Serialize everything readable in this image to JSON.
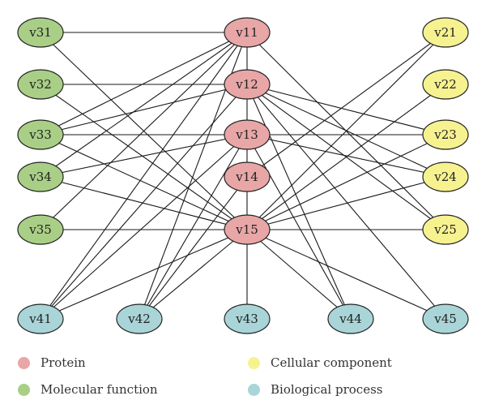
{
  "colors": {
    "protein": "#e8a6a6",
    "molecular_function": "#a9cf86",
    "cellular_component": "#f7f290",
    "biological_process": "#a9d5d8",
    "edge": "#1a1a1a",
    "node_border": "#222222"
  },
  "nodes": [
    {
      "id": "v31",
      "label": "v31",
      "group": "molecular_function"
    },
    {
      "id": "v32",
      "label": "v32",
      "group": "molecular_function"
    },
    {
      "id": "v33",
      "label": "v33",
      "group": "molecular_function"
    },
    {
      "id": "v34",
      "label": "v34",
      "group": "molecular_function"
    },
    {
      "id": "v35",
      "label": "v35",
      "group": "molecular_function"
    },
    {
      "id": "v11",
      "label": "v11",
      "group": "protein"
    },
    {
      "id": "v12",
      "label": "v12",
      "group": "protein"
    },
    {
      "id": "v13",
      "label": "v13",
      "group": "protein"
    },
    {
      "id": "v14",
      "label": "v14",
      "group": "protein"
    },
    {
      "id": "v15",
      "label": "v15",
      "group": "protein"
    },
    {
      "id": "v21",
      "label": "v21",
      "group": "cellular_component"
    },
    {
      "id": "v22",
      "label": "v22",
      "group": "cellular_component"
    },
    {
      "id": "v23",
      "label": "v23",
      "group": "cellular_component"
    },
    {
      "id": "v24",
      "label": "v24",
      "group": "cellular_component"
    },
    {
      "id": "v25",
      "label": "v25",
      "group": "cellular_component"
    },
    {
      "id": "v41",
      "label": "v41",
      "group": "biological_process"
    },
    {
      "id": "v42",
      "label": "v42",
      "group": "biological_process"
    },
    {
      "id": "v43",
      "label": "v43",
      "group": "biological_process"
    },
    {
      "id": "v44",
      "label": "v44",
      "group": "biological_process"
    },
    {
      "id": "v45",
      "label": "v45",
      "group": "biological_process"
    }
  ],
  "edges": [
    [
      "v11",
      "v31"
    ],
    [
      "v11",
      "v33"
    ],
    [
      "v11",
      "v34"
    ],
    [
      "v11",
      "v35"
    ],
    [
      "v11",
      "v41"
    ],
    [
      "v11",
      "v42"
    ],
    [
      "v11",
      "v25"
    ],
    [
      "v11",
      "v15"
    ],
    [
      "v12",
      "v32"
    ],
    [
      "v12",
      "v33"
    ],
    [
      "v12",
      "v41"
    ],
    [
      "v12",
      "v23"
    ],
    [
      "v12",
      "v24"
    ],
    [
      "v12",
      "v25"
    ],
    [
      "v12",
      "v44"
    ],
    [
      "v12",
      "v45"
    ],
    [
      "v13",
      "v33"
    ],
    [
      "v13",
      "v34"
    ],
    [
      "v13",
      "v41"
    ],
    [
      "v13",
      "v42"
    ],
    [
      "v13",
      "v23"
    ],
    [
      "v13",
      "v24"
    ],
    [
      "v13",
      "v44"
    ],
    [
      "v14",
      "v42"
    ],
    [
      "v14",
      "v21"
    ],
    [
      "v15",
      "v31"
    ],
    [
      "v15",
      "v32"
    ],
    [
      "v15",
      "v33"
    ],
    [
      "v15",
      "v34"
    ],
    [
      "v15",
      "v35"
    ],
    [
      "v15",
      "v21"
    ],
    [
      "v15",
      "v22"
    ],
    [
      "v15",
      "v23"
    ],
    [
      "v15",
      "v24"
    ],
    [
      "v15",
      "v25"
    ],
    [
      "v15",
      "v41"
    ],
    [
      "v15",
      "v42"
    ],
    [
      "v15",
      "v43"
    ],
    [
      "v15",
      "v44"
    ],
    [
      "v15",
      "v45"
    ]
  ],
  "legend": [
    {
      "label": "Protein",
      "group": "protein"
    },
    {
      "label": "Cellular component",
      "group": "cellular_component"
    },
    {
      "label": "Molecular function",
      "group": "molecular_function"
    },
    {
      "label": "Biological process",
      "group": "biological_process"
    }
  ]
}
